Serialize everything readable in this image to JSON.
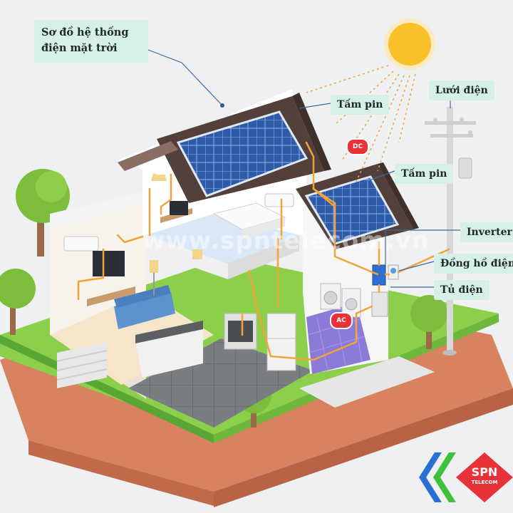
{
  "title": "Sơ đồ hệ thống điện mặt trời",
  "labels": {
    "panel_top": "Tấm pin",
    "panel_right": "Tấm pin",
    "grid": "Lưới điện",
    "inverter": "Inverter",
    "meter": "Đồng hồ điện",
    "cabinet": "Tủ điện"
  },
  "badges": {
    "dc": "DC",
    "ac": "AC"
  },
  "watermark": "www.spntelecom.vn",
  "logo": {
    "name": "SPN",
    "sub": "TELECOM"
  },
  "colors": {
    "sun": "#f9c02a",
    "wire": "#f2a33a",
    "roof": "#53403a",
    "panel": "#2f5aa8",
    "grass": "#8ccf4b",
    "soil": "#d8825f",
    "label_bg": "#d6f0e8",
    "badge": "#e8323a",
    "logo_red": "#e8323a",
    "logo_green": "#3fc23a",
    "logo_blue": "#2a6fd6"
  }
}
